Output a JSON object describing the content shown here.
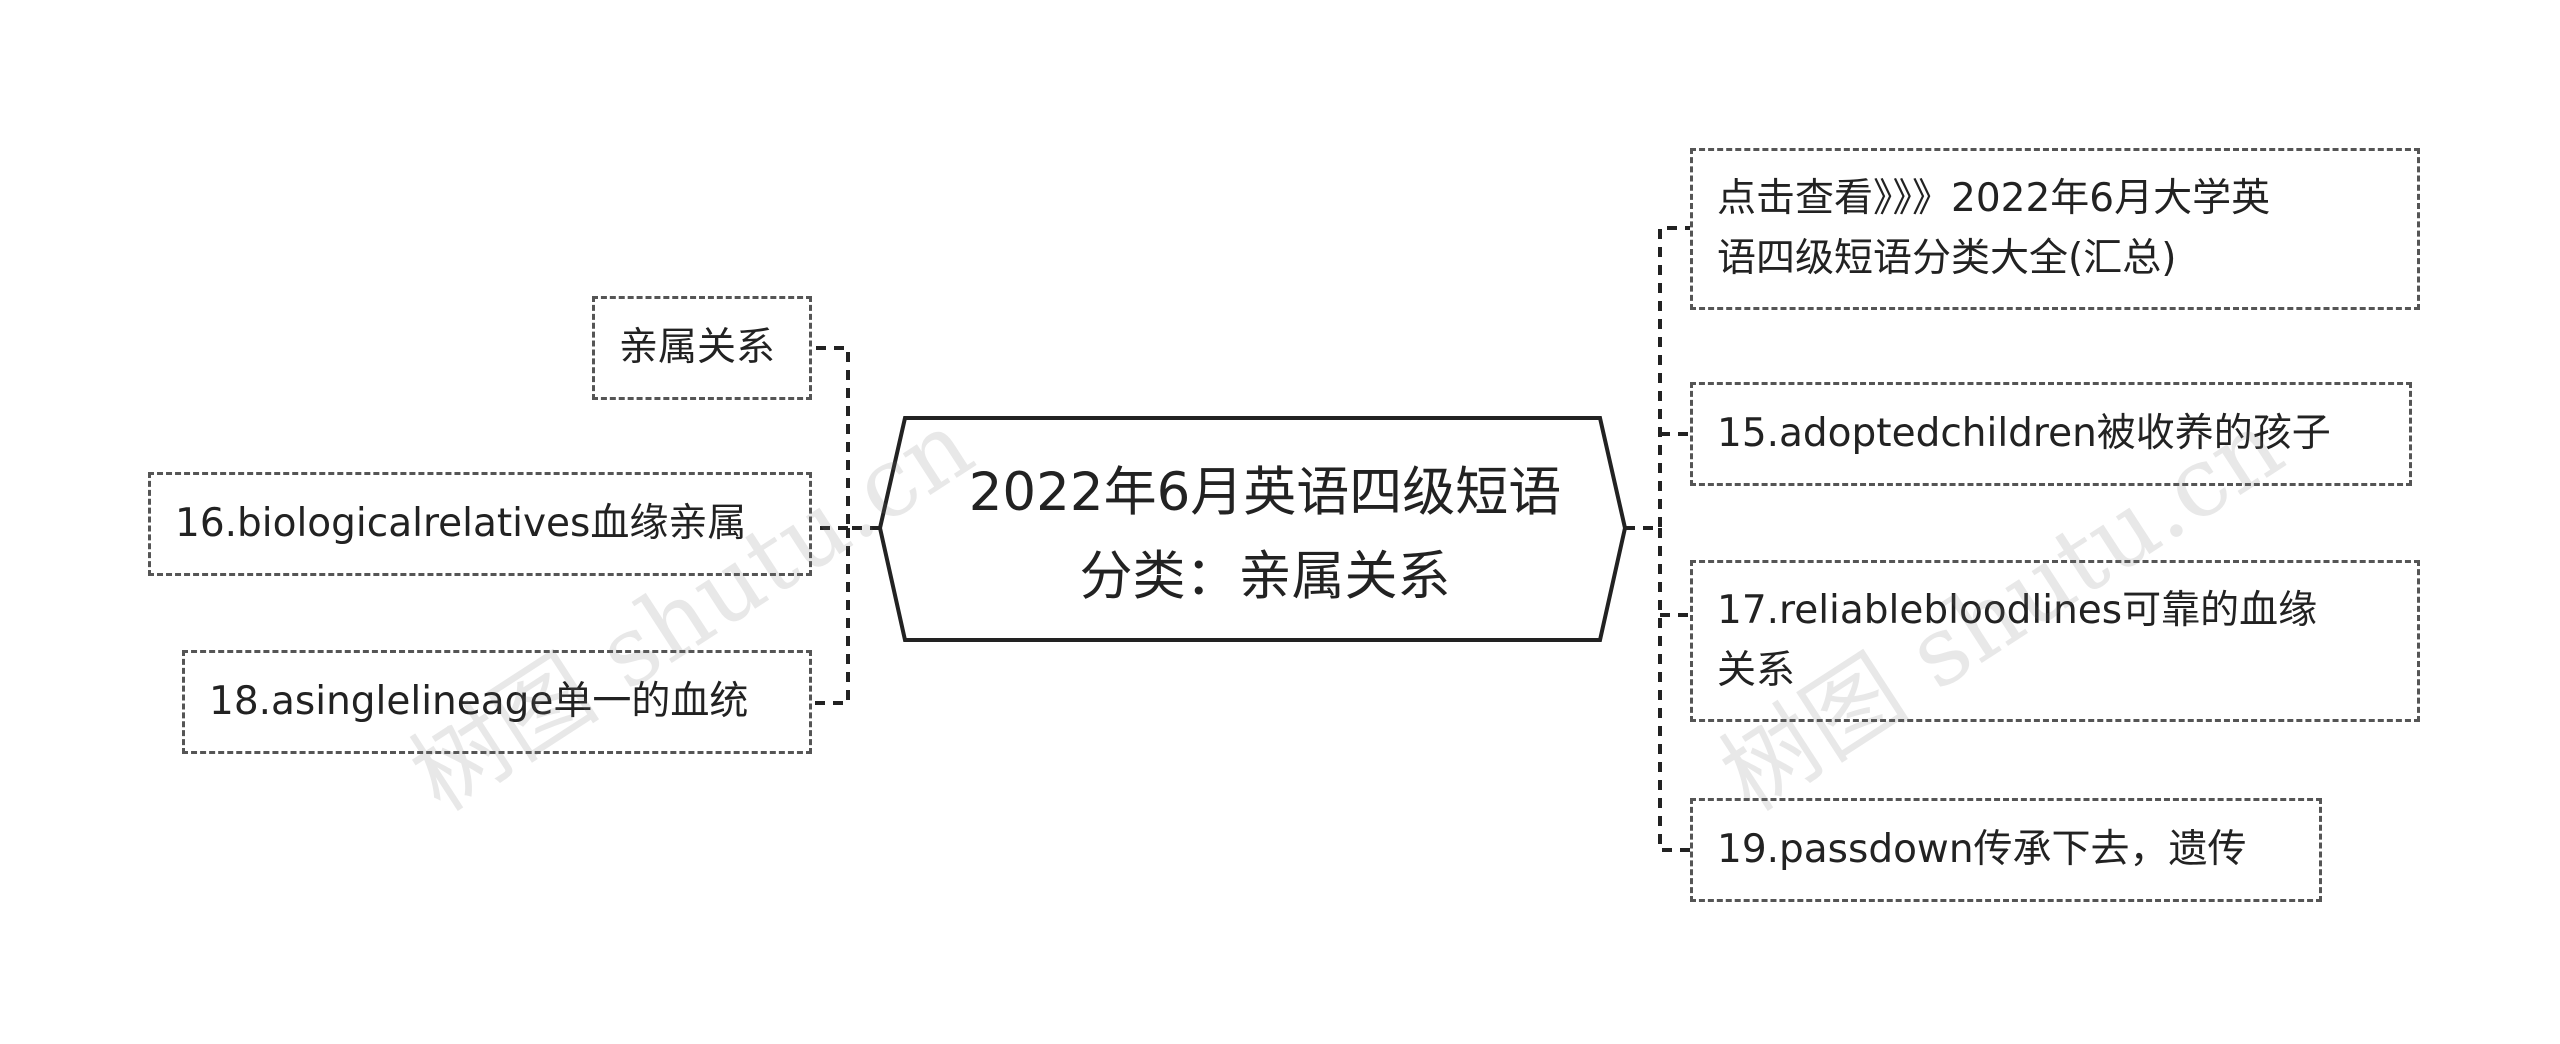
{
  "central": {
    "line1": "2022年6月英语四级短语",
    "line2": "分类：亲属关系"
  },
  "left_nodes": [
    {
      "lines": [
        "亲属关系"
      ]
    },
    {
      "lines": [
        "16.biologicalrelatives血缘亲属"
      ]
    },
    {
      "lines": [
        "18.asinglelineage单一的血统"
      ]
    }
  ],
  "right_nodes": [
    {
      "lines": [
        "点击查看》》》2022年6月大学英",
        "语四级短语分类大全(汇总)"
      ]
    },
    {
      "lines": [
        "15.adoptedchildren被收养的孩子"
      ]
    },
    {
      "lines": [
        "17.reliablebloodlines可靠的血缘",
        "关系"
      ]
    },
    {
      "lines": [
        "19.passdown传承下去，遗传"
      ]
    }
  ],
  "watermarks": [
    "树图 shutu.cn",
    "树图 shutu.cn"
  ],
  "colors": {
    "border": "#222222",
    "dashed": "#555555",
    "text": "#222222",
    "watermark": "#888888"
  }
}
